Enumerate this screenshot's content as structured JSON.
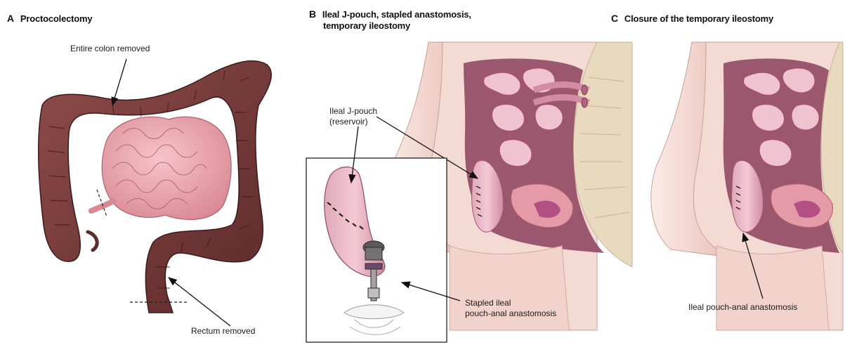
{
  "panels": [
    {
      "letter": "A",
      "title": "Proctocolectomy"
    },
    {
      "letter": "B",
      "title_line1": "Ileal J-pouch, stapled anastomosis,",
      "title_line2": "temporary ileostomy"
    },
    {
      "letter": "C",
      "title": "Closure of the temporary ileostomy"
    }
  ],
  "labels": {
    "entire_colon_removed": "Entire colon removed",
    "rectum_removed": "Rectum removed",
    "ileal_j_pouch_line1": "Ileal J-pouch",
    "ileal_j_pouch_line2": "(reservoir)",
    "stapled_line1": "Stapled ileal",
    "stapled_line2": "pouch-anal anastomosis",
    "ileal_pouch_anal": "Ileal pouch-anal anastomosis"
  },
  "colors": {
    "colon": "#7a3b3a",
    "small_intestine": "#e7a3ab",
    "skin": "#f1d6d0",
    "pelvis_shadow": "#8a3f5a",
    "bone": "#e9d9bf"
  }
}
